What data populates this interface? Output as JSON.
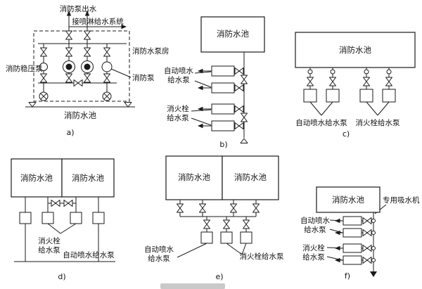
{
  "colors": {
    "background": "#ffffff",
    "line": "#1a1a1a",
    "watermark": "#c9c9c9"
  },
  "diagram_a": {
    "caption": "a)",
    "pump_outlet_label": "消防泵出水",
    "sprinkler_system_label": "接喷淋给水系统",
    "pump_room_label": "消防水泵房",
    "stabilizing_pump_label": "消防稳压泵",
    "fire_pump_label": "消防泵",
    "tank_label": "消防水池"
  },
  "diagram_b": {
    "caption": "b)",
    "tank_label": "消防水池",
    "sprinkler_pump_lines": [
      "自动喷水",
      "给水泵"
    ],
    "hydrant_pump_lines": [
      "消火栓",
      "给水泵"
    ]
  },
  "diagram_c": {
    "caption": "c)",
    "tank_label": "消防水池",
    "sprinkler_pump_label": "自动喷水给水泵",
    "hydrant_pump_label": "消火栓给水泵"
  },
  "diagram_d": {
    "caption": "d)",
    "tank_left_label": "消防水池",
    "tank_right_label": "消防水池",
    "hydrant_pump_lines": [
      "消火栓",
      "给水泵"
    ],
    "sprinkler_pump_label": "自动喷水给水泵"
  },
  "diagram_e": {
    "caption": "e)",
    "tank_left_label": "消防水池",
    "tank_right_label": "消防水池",
    "sprinkler_pump_lines": [
      "自动喷水",
      "给水泵"
    ],
    "hydrant_pump_label": "消火栓给水泵"
  },
  "diagram_f": {
    "caption": "f)",
    "tank_label": "消防水池",
    "suction_device_label": "专用吸水机",
    "sprinkler_pump_lines": [
      "自动喷水",
      "给水泵"
    ],
    "hydrant_pump_lines": [
      "消火栓",
      "给水泵"
    ]
  }
}
